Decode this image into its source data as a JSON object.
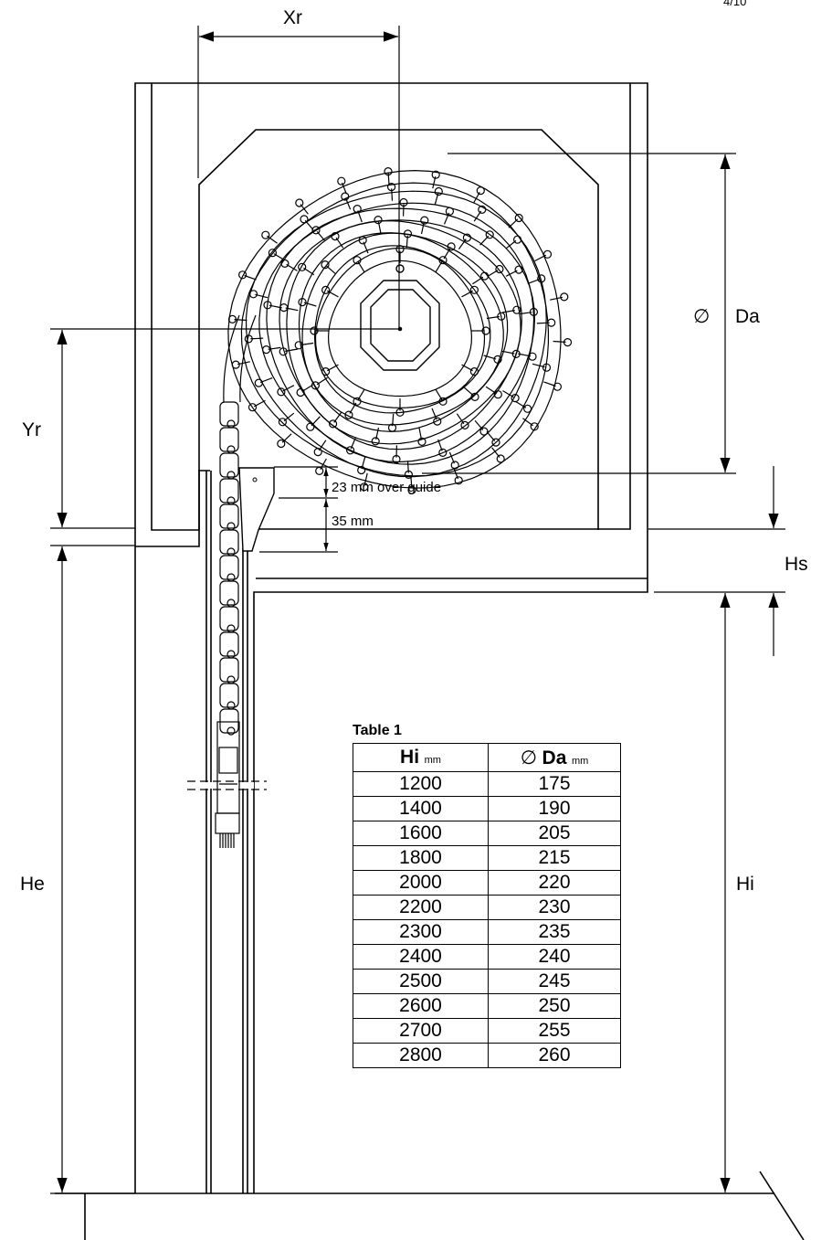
{
  "page_number": "4/10",
  "dimensions": {
    "xr": "Xr",
    "yr": "Yr",
    "da_symbol": "∅",
    "da": "Da",
    "hs": "Hs",
    "he": "He",
    "hi": "Hi"
  },
  "notes": {
    "over_guide": "23 mm over guide",
    "guide_gap": "35 mm"
  },
  "table": {
    "title": "Table 1",
    "col1_label": "Hi",
    "col1_unit": "mm",
    "col2_symbol": "∅",
    "col2_label": "Da",
    "col2_unit": "mm",
    "rows": [
      [
        "1200",
        "175"
      ],
      [
        "1400",
        "190"
      ],
      [
        "1600",
        "205"
      ],
      [
        "1800",
        "215"
      ],
      [
        "2000",
        "220"
      ],
      [
        "2200",
        "230"
      ],
      [
        "2300",
        "235"
      ],
      [
        "2400",
        "240"
      ],
      [
        "2500",
        "245"
      ],
      [
        "2600",
        "250"
      ],
      [
        "2700",
        "255"
      ],
      [
        "2800",
        "260"
      ]
    ]
  }
}
